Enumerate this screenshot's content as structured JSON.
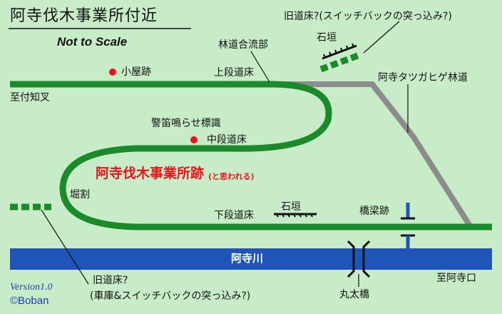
{
  "map": {
    "title": "阿寺伐木事業所付近",
    "subtitle": "Not to Scale",
    "site": {
      "name": "阿寺伐木事業所跡",
      "note": "(と思われる)"
    },
    "labels": {
      "switchback_top": "旧道床?(スイッチバックの突っ込み?)",
      "stone_wall_top": "石垣",
      "junction": "林道合流部",
      "hut_ruin": "小屋跡",
      "upper_bed": "上段道床",
      "left_upper": "至付知叉",
      "forest_road": "阿寺タツガヒゲ林道",
      "whistle_sign": "警笛鳴らせ標識",
      "middle_bed": "中段道床",
      "cutting": "堀割",
      "lower_bed": "下段道床",
      "stone_wall_lower": "石垣",
      "bridge_pier": "橋梁跡",
      "river": "阿寺川",
      "right_lower": "至阿寺口",
      "old_bed_left_line1": "旧道床?",
      "old_bed_left_line2": "(車庫&スイッチバックの突っ込み?)",
      "log_bridge": "丸太橋",
      "version": "Version1.0",
      "credit": "©Boban"
    },
    "colors": {
      "background": "#c8ecc8",
      "rail": "#1a8a2a",
      "forest_road": "#8c8c8c",
      "river": "#1f55b8",
      "marker": "#e8141a",
      "bridge_pier": "#1f55b8",
      "version_text": "#1f3fae"
    }
  }
}
